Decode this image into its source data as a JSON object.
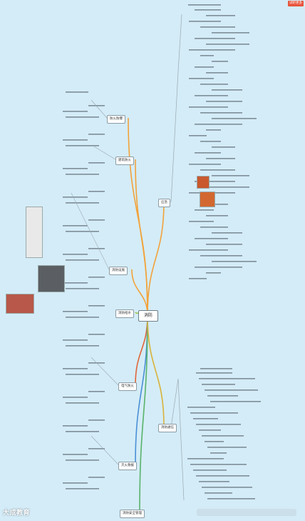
{
  "center": {
    "label": "消防"
  },
  "branches": [
    {
      "id": "b1",
      "label": "防火防爆",
      "color": "#f2a23a"
    },
    {
      "id": "b2",
      "label": "建筑防火",
      "color": "#f2a23a"
    },
    {
      "id": "b3",
      "label": "消防设施",
      "color": "#f2a23a"
    },
    {
      "id": "b4",
      "label": "消防给水",
      "color": "#9bc23c"
    },
    {
      "id": "b5",
      "label": "电气防火",
      "color": "#e0663a"
    },
    {
      "id": "b6",
      "label": "灭火救援",
      "color": "#4a8fd6"
    },
    {
      "id": "b7",
      "label": "消防安全管理",
      "color": "#4a8fd6"
    },
    {
      "id": "b8",
      "label": "应急",
      "color": "#58b36a"
    },
    {
      "id": "b9",
      "label": "消防通信",
      "color": "#d9b23a"
    }
  ],
  "corner_tag": "试听更多",
  "watermark": "大成教育"
}
